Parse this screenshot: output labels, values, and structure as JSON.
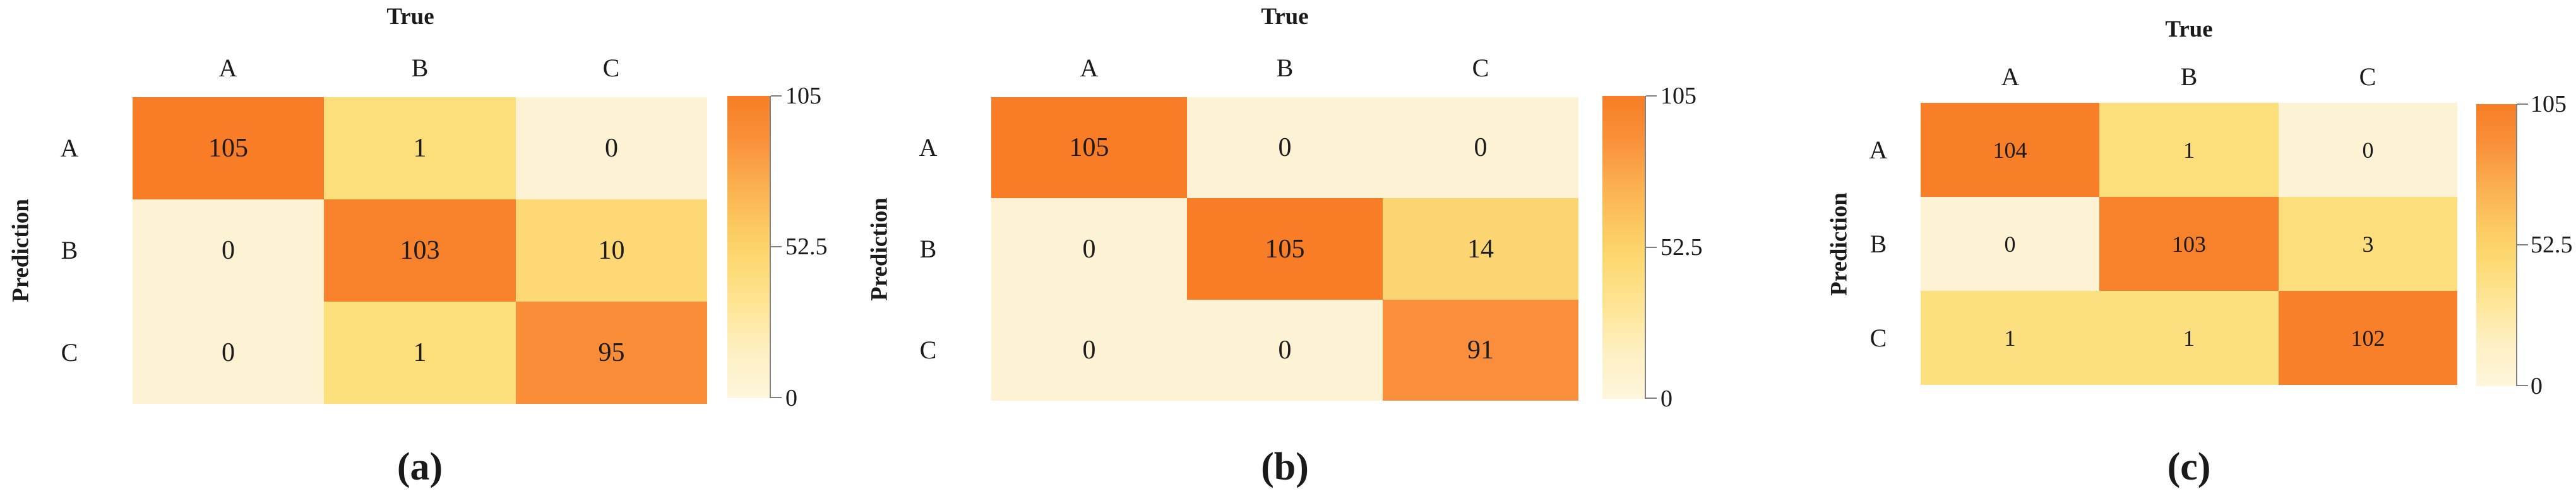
{
  "figure": {
    "background": "#FFFFFF",
    "text_color": "#1A1A1A",
    "colorbar": {
      "ticks": [
        "105",
        "52.5",
        "0"
      ],
      "outline_color": "#7F7F7F",
      "stops": [
        {
          "c": "#F87D26",
          "p": 0
        },
        {
          "c": "#F9923A",
          "p": 15
        },
        {
          "c": "#FBB04F",
          "p": 30
        },
        {
          "c": "#FCCC63",
          "p": 45
        },
        {
          "c": "#FDD972",
          "p": 55
        },
        {
          "c": "#FEE597",
          "p": 70
        },
        {
          "c": "#FEF0C3",
          "p": 85
        },
        {
          "c": "#FEF6DC",
          "p": 100
        }
      ]
    },
    "panels": [
      {
        "caption": "(a)",
        "x_title": "True",
        "y_title": "Prediction",
        "col_labels": [
          "A",
          "B",
          "C"
        ],
        "row_labels": [
          "A",
          "B",
          "C"
        ],
        "cells": [
          [
            {
              "v": "105",
              "bg": "#F87D26"
            },
            {
              "v": "1",
              "bg": "#FCDF7B"
            },
            {
              "v": "0",
              "bg": "#FDF3D4"
            }
          ],
          [
            {
              "v": "0",
              "bg": "#FDF3D4"
            },
            {
              "v": "103",
              "bg": "#F8812B"
            },
            {
              "v": "10",
              "bg": "#FDD875"
            }
          ],
          [
            {
              "v": "0",
              "bg": "#FDF3D4"
            },
            {
              "v": "1",
              "bg": "#FCDF7B"
            },
            {
              "v": "95",
              "bg": "#F98D38"
            }
          ]
        ]
      },
      {
        "caption": "(b)",
        "x_title": "True",
        "y_title": "Prediction",
        "col_labels": [
          "A",
          "B",
          "C"
        ],
        "row_labels": [
          "A",
          "B",
          "C"
        ],
        "cells": [
          [
            {
              "v": "105",
              "bg": "#F87D26"
            },
            {
              "v": "0",
              "bg": "#FDF3D4"
            },
            {
              "v": "0",
              "bg": "#FDF3D4"
            }
          ],
          [
            {
              "v": "0",
              "bg": "#FDF3D4"
            },
            {
              "v": "105",
              "bg": "#F87D26"
            },
            {
              "v": "14",
              "bg": "#FCD572"
            }
          ],
          [
            {
              "v": "0",
              "bg": "#FDF3D4"
            },
            {
              "v": "0",
              "bg": "#FDF3D4"
            },
            {
              "v": "91",
              "bg": "#F98F3C"
            }
          ]
        ]
      },
      {
        "caption": "(c)",
        "x_title": "True",
        "y_title": "Prediction",
        "col_labels": [
          "A",
          "B",
          "C"
        ],
        "row_labels": [
          "A",
          "B",
          "C"
        ],
        "cells": [
          [
            {
              "v": "104",
              "bg": "#F87F28"
            },
            {
              "v": "1",
              "bg": "#FCDF7B"
            },
            {
              "v": "0",
              "bg": "#FDF3D4"
            }
          ],
          [
            {
              "v": "0",
              "bg": "#FDF3D4"
            },
            {
              "v": "103",
              "bg": "#F8812B"
            },
            {
              "v": "3",
              "bg": "#FCDE7D"
            }
          ],
          [
            {
              "v": "1",
              "bg": "#FCE07F"
            },
            {
              "v": "1",
              "bg": "#FCE07F"
            },
            {
              "v": "102",
              "bg": "#F9802A"
            }
          ]
        ]
      }
    ]
  },
  "chart_data": [
    {
      "type": "heatmap",
      "caption": "(a)",
      "xlabel": "True",
      "ylabel": "Prediction",
      "x_categories": [
        "A",
        "B",
        "C"
      ],
      "y_categories": [
        "A",
        "B",
        "C"
      ],
      "values": [
        [
          105,
          1,
          0
        ],
        [
          0,
          103,
          10
        ],
        [
          0,
          1,
          95
        ]
      ],
      "colorbar": {
        "min": 0,
        "max": 105,
        "ticks": [
          0,
          52.5,
          105
        ]
      },
      "legend_position": "right"
    },
    {
      "type": "heatmap",
      "caption": "(b)",
      "xlabel": "True",
      "ylabel": "Prediction",
      "x_categories": [
        "A",
        "B",
        "C"
      ],
      "y_categories": [
        "A",
        "B",
        "C"
      ],
      "values": [
        [
          105,
          0,
          0
        ],
        [
          0,
          105,
          14
        ],
        [
          0,
          0,
          91
        ]
      ],
      "colorbar": {
        "min": 0,
        "max": 105,
        "ticks": [
          0,
          52.5,
          105
        ]
      },
      "legend_position": "right"
    },
    {
      "type": "heatmap",
      "caption": "(c)",
      "xlabel": "True",
      "ylabel": "Prediction",
      "x_categories": [
        "A",
        "B",
        "C"
      ],
      "y_categories": [
        "A",
        "B",
        "C"
      ],
      "values": [
        [
          104,
          1,
          0
        ],
        [
          0,
          103,
          3
        ],
        [
          1,
          1,
          102
        ]
      ],
      "colorbar": {
        "min": 0,
        "max": 105,
        "ticks": [
          0,
          52.5,
          105
        ]
      },
      "legend_position": "right"
    }
  ]
}
